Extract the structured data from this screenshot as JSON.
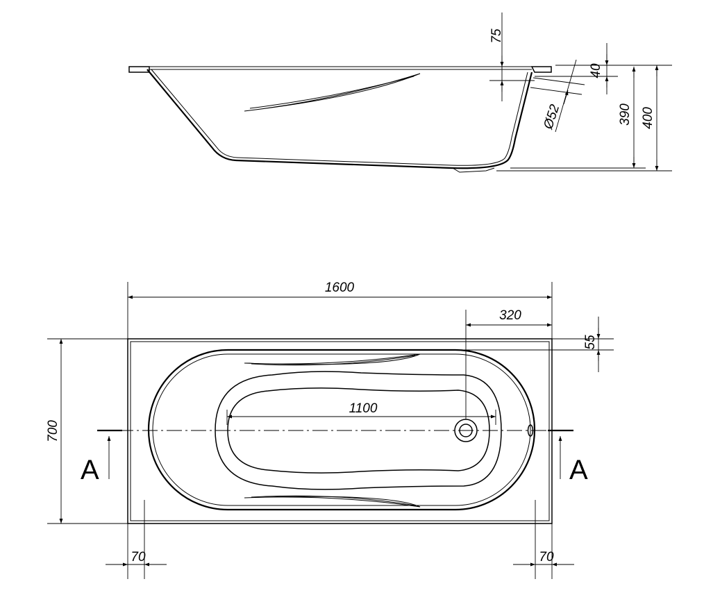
{
  "dimensions": {
    "rim_offset": "75",
    "overflow_offset": "40",
    "overflow_diameter": "Ø52",
    "inner_depth": "390",
    "total_height": "400",
    "total_length": "1600",
    "drain_offset": "320",
    "top_margin": "55",
    "total_width": "700",
    "inner_length": "1100",
    "left_margin": "70",
    "right_margin": "70"
  },
  "section": {
    "left_label": "A",
    "right_label": "A"
  }
}
